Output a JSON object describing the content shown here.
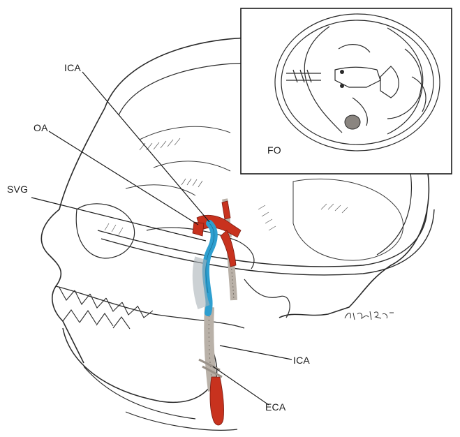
{
  "labels": {
    "ica_top": "ICA",
    "oa": "OA",
    "svg": "SVG",
    "fo": "FO",
    "ica_bottom": "ICA",
    "eca": "ECA"
  },
  "colors": {
    "artery_red": "#c8321e",
    "graft_blue": "#2e9fd0",
    "line": "#2a2a2a",
    "vessel_gray": "#b9b1a8"
  }
}
